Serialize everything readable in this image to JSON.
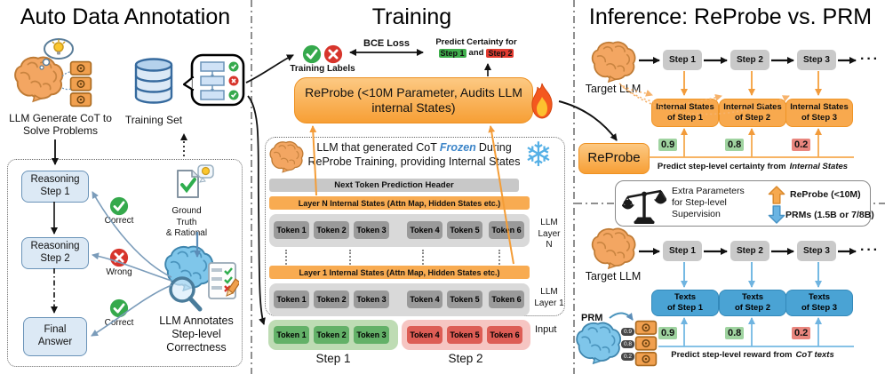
{
  "annotation": {
    "title": "Auto Data Annotation",
    "llm_caption": "LLM Generate CoT to Solve Problems",
    "training_set_label": "Training Set",
    "reasoning_step_1": "Reasoning\nStep 1",
    "reasoning_step_2": "Reasoning\nStep 2",
    "final_answer": "Final\nAnswer",
    "badge_correct_1": "Correct",
    "badge_wrong": "Wrong",
    "badge_correct_2": "Correct",
    "ground_truth": "Ground\nTruth\n& Rational",
    "annotator_caption": "LLM Annotates\nStep-level\nCorrectness"
  },
  "training": {
    "title": "Training",
    "training_labels": "Training Labels",
    "bce_loss": "BCE Loss",
    "predict_line": "Predict Certainty for",
    "step1_chip": "Step 1",
    "and_word": "and",
    "step2_chip": "Step 2",
    "reprobe_box": "ReProbe (<10M Parameter, Audits LLM internal States)",
    "frozen_pre": "LLM that generated CoT",
    "frozen_word": "Frozen",
    "frozen_post": "During ReProbe Training, providing Internal States",
    "header_bar": "Next Token Prediction Header",
    "layer_n_bar": "Layer N Internal States (Attn Map, Hidden States etc.)",
    "layer_1_bar": "Layer 1 Internal States (Attn Map, Hidden States etc.)",
    "tokens": [
      "Token 1",
      "Token 2",
      "Token 3",
      "Token 4",
      "Token 5",
      "Token 6"
    ],
    "layer_n_label": "LLM\nLayer N",
    "layer_1_label": "LLM\nLayer 1",
    "input_label": "Input",
    "step_1": "Step 1",
    "step_2": "Step 2",
    "snowflake": "❄"
  },
  "inference": {
    "title": "Inference: ReProbe vs. PRM",
    "target_llm": "Target LLM",
    "steps": [
      "Step 1",
      "Step 2",
      "Step 3"
    ],
    "ellipsis": "···",
    "internal_boxes": [
      "Internal States\nof Step 1",
      "Internal States\nof Step 2",
      "Internal States\nof Step 3"
    ],
    "text_boxes": [
      "Texts\nof Step 1",
      "Texts\nof Step 2",
      "Texts\nof Step 3"
    ],
    "values": [
      {
        "v": "0.9",
        "tone": "green"
      },
      {
        "v": "0.8",
        "tone": "green"
      },
      {
        "v": "0.2",
        "tone": "red"
      }
    ],
    "reprobe_label": "ReProbe",
    "prm_label": "PRM",
    "certainty_caption_pre": "Predict step-level certainty from",
    "certainty_caption_em": "Internal States",
    "reward_caption_pre": "Predict step-level reward from",
    "reward_caption_em": "CoT texts",
    "legend": {
      "text": "Extra Parameters\nfor Step-level\nSupervision",
      "reprobe": "ReProbe (<10M)",
      "prms": "PRMs (1.5B or 7/8B)"
    }
  },
  "colors": {
    "accent_orange": "#f6a94f",
    "accent_blue": "#4aa3d4",
    "good_green": "#35a94c",
    "bad_red": "#d7352c"
  }
}
